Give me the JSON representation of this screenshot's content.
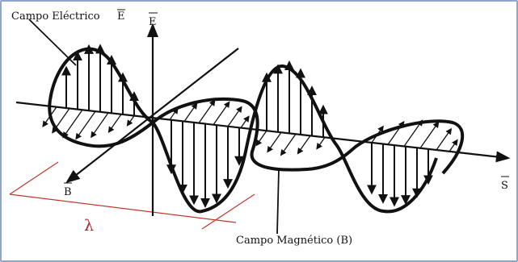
{
  "labels": {
    "electric_field": "Campo Eléctrico",
    "electric_symbol": "E",
    "e_axis": "E",
    "b_axis": "B",
    "s_axis": "S",
    "wavelength": "λ",
    "magnetic_field": "Campo Magnético (B)"
  }
}
